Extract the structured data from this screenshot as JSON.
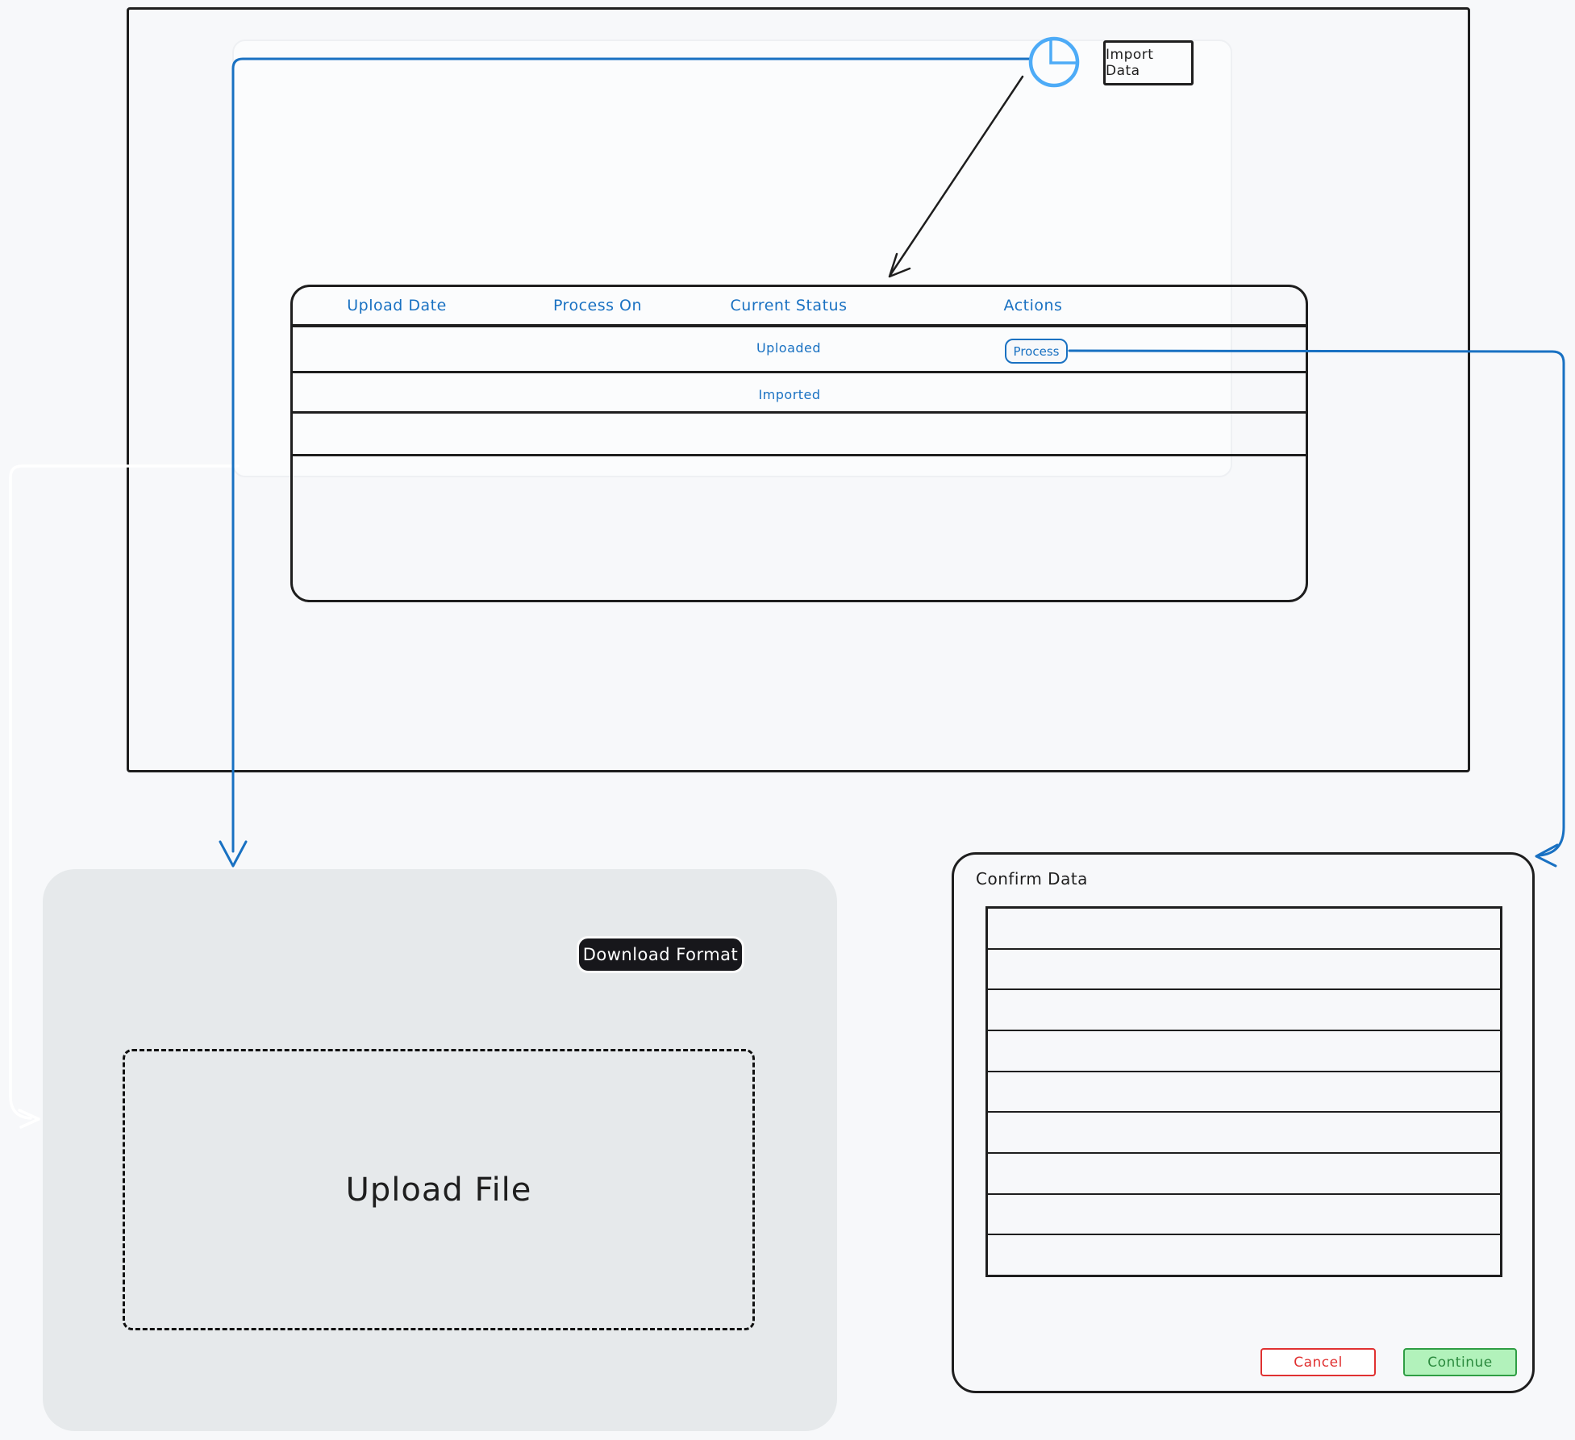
{
  "colors": {
    "background": "#f7f8fa",
    "ink": "#1e1e1e",
    "accent_blue": "#1971c2",
    "icon_blue": "#4dabf7",
    "cancel_red": "#e03131",
    "continue_green_border": "#2f9e44",
    "continue_green_fill": "#b2f2bb",
    "panel_gray": "#e6e9eb"
  },
  "screen_frame": {
    "import_button_label": "Import Data",
    "table": {
      "headers": [
        "Upload Date",
        "Process On",
        "Current Status",
        "Actions"
      ],
      "rows": [
        {
          "upload_date": "",
          "process_on": "",
          "current_status": "Uploaded",
          "action_label": "Process"
        },
        {
          "upload_date": "",
          "process_on": "",
          "current_status": "Imported",
          "action_label": ""
        },
        {
          "upload_date": "",
          "process_on": "",
          "current_status": "",
          "action_label": ""
        }
      ]
    }
  },
  "upload_panel": {
    "download_button_label": "Download Format",
    "dropzone_label": "Upload File"
  },
  "confirm_modal": {
    "title": "Confirm Data",
    "row_count": 9,
    "cancel_label": "Cancel",
    "continue_label": "Continue"
  }
}
